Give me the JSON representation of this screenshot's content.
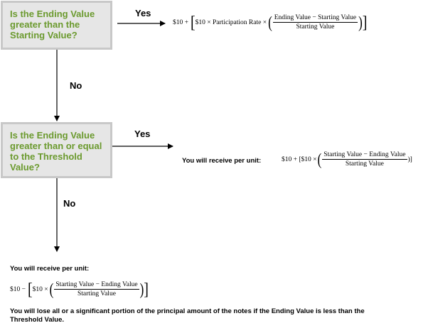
{
  "decision1": {
    "question": "Is the Ending Value greater than the Starting Value?",
    "yes_label": "Yes",
    "no_label": "No"
  },
  "decision2": {
    "question": "Is the Ending Value greater than or equal to the Threshold Value?",
    "yes_label": "Yes",
    "no_label": "No"
  },
  "outcome_up": {
    "prefix": "$10 +",
    "inner": "$10 × Participation Rate ×",
    "numerator": "Ending Value − Starting Value",
    "denominator": "Starting Value"
  },
  "outcome_flat": {
    "intro": "You will receive per unit:",
    "prefix": "$10 + [$10 ×",
    "numerator": "Starting Value − Ending Value",
    "denominator": "Starting Value",
    "suffix": ")]"
  },
  "outcome_down": {
    "intro": "You will receive per unit:",
    "prefix": "$10 −",
    "inner": "$10 ×",
    "numerator": "Starting Value − Ending Value",
    "denominator": "Starting Value",
    "warning": "You will lose all or a significant portion of the principal amount of the notes if the Ending Value is less than the Threshold Value."
  }
}
